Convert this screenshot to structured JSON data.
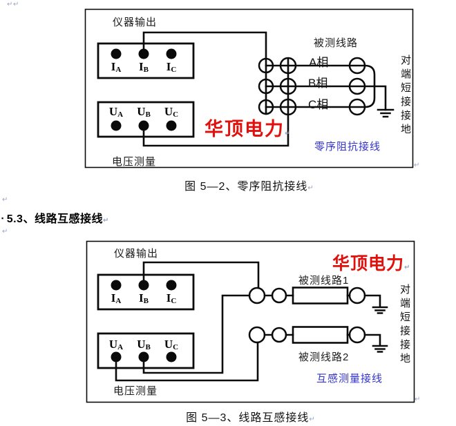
{
  "colors": {
    "background": "#ffffff",
    "line": "#0a0a0a",
    "watermark_red": "#e0100c",
    "wiring_label_blue": "#3333cc",
    "paragraph_mark_gray": "#97a4c2"
  },
  "marks": {
    "paragraph": "↵"
  },
  "heading": {
    "bullet": "▪",
    "text": "5.3、线路互感接线"
  },
  "figure1": {
    "instrument_output_label": "仪器输出",
    "voltage_measure_label": "电压测量",
    "current_terminals": [
      {
        "main": "I",
        "sub": "A"
      },
      {
        "main": "I",
        "sub": "B"
      },
      {
        "main": "I",
        "sub": "C"
      }
    ],
    "voltage_terminals": [
      {
        "main": "U",
        "sub": "A"
      },
      {
        "main": "U",
        "sub": "B"
      },
      {
        "main": "U",
        "sub": "C"
      }
    ],
    "tested_line_label": "被测线路",
    "phase_labels": [
      "A相",
      "B相",
      "C相"
    ],
    "remote_ground_label": "对端短接接地",
    "watermark": "华顶电力",
    "wiring_type_label": "零序阻抗接线",
    "caption": "图 5—2、零序阻抗接线"
  },
  "figure2": {
    "instrument_output_label": "仪器输出",
    "voltage_measure_label": "电压测量",
    "current_terminals": [
      {
        "main": "I",
        "sub": "A"
      },
      {
        "main": "I",
        "sub": "B"
      },
      {
        "main": "I",
        "sub": "C"
      }
    ],
    "voltage_terminals": [
      {
        "main": "U",
        "sub": "A"
      },
      {
        "main": "U",
        "sub": "B"
      },
      {
        "main": "U",
        "sub": "C"
      }
    ],
    "tested_line1_label": "被测线路1",
    "tested_line2_label": "被测线路2",
    "remote_ground_label": "对端短接接地",
    "watermark": "华顶电力",
    "wiring_type_label": "互感测量接线",
    "caption": "图 5—3、线路互感接线"
  }
}
